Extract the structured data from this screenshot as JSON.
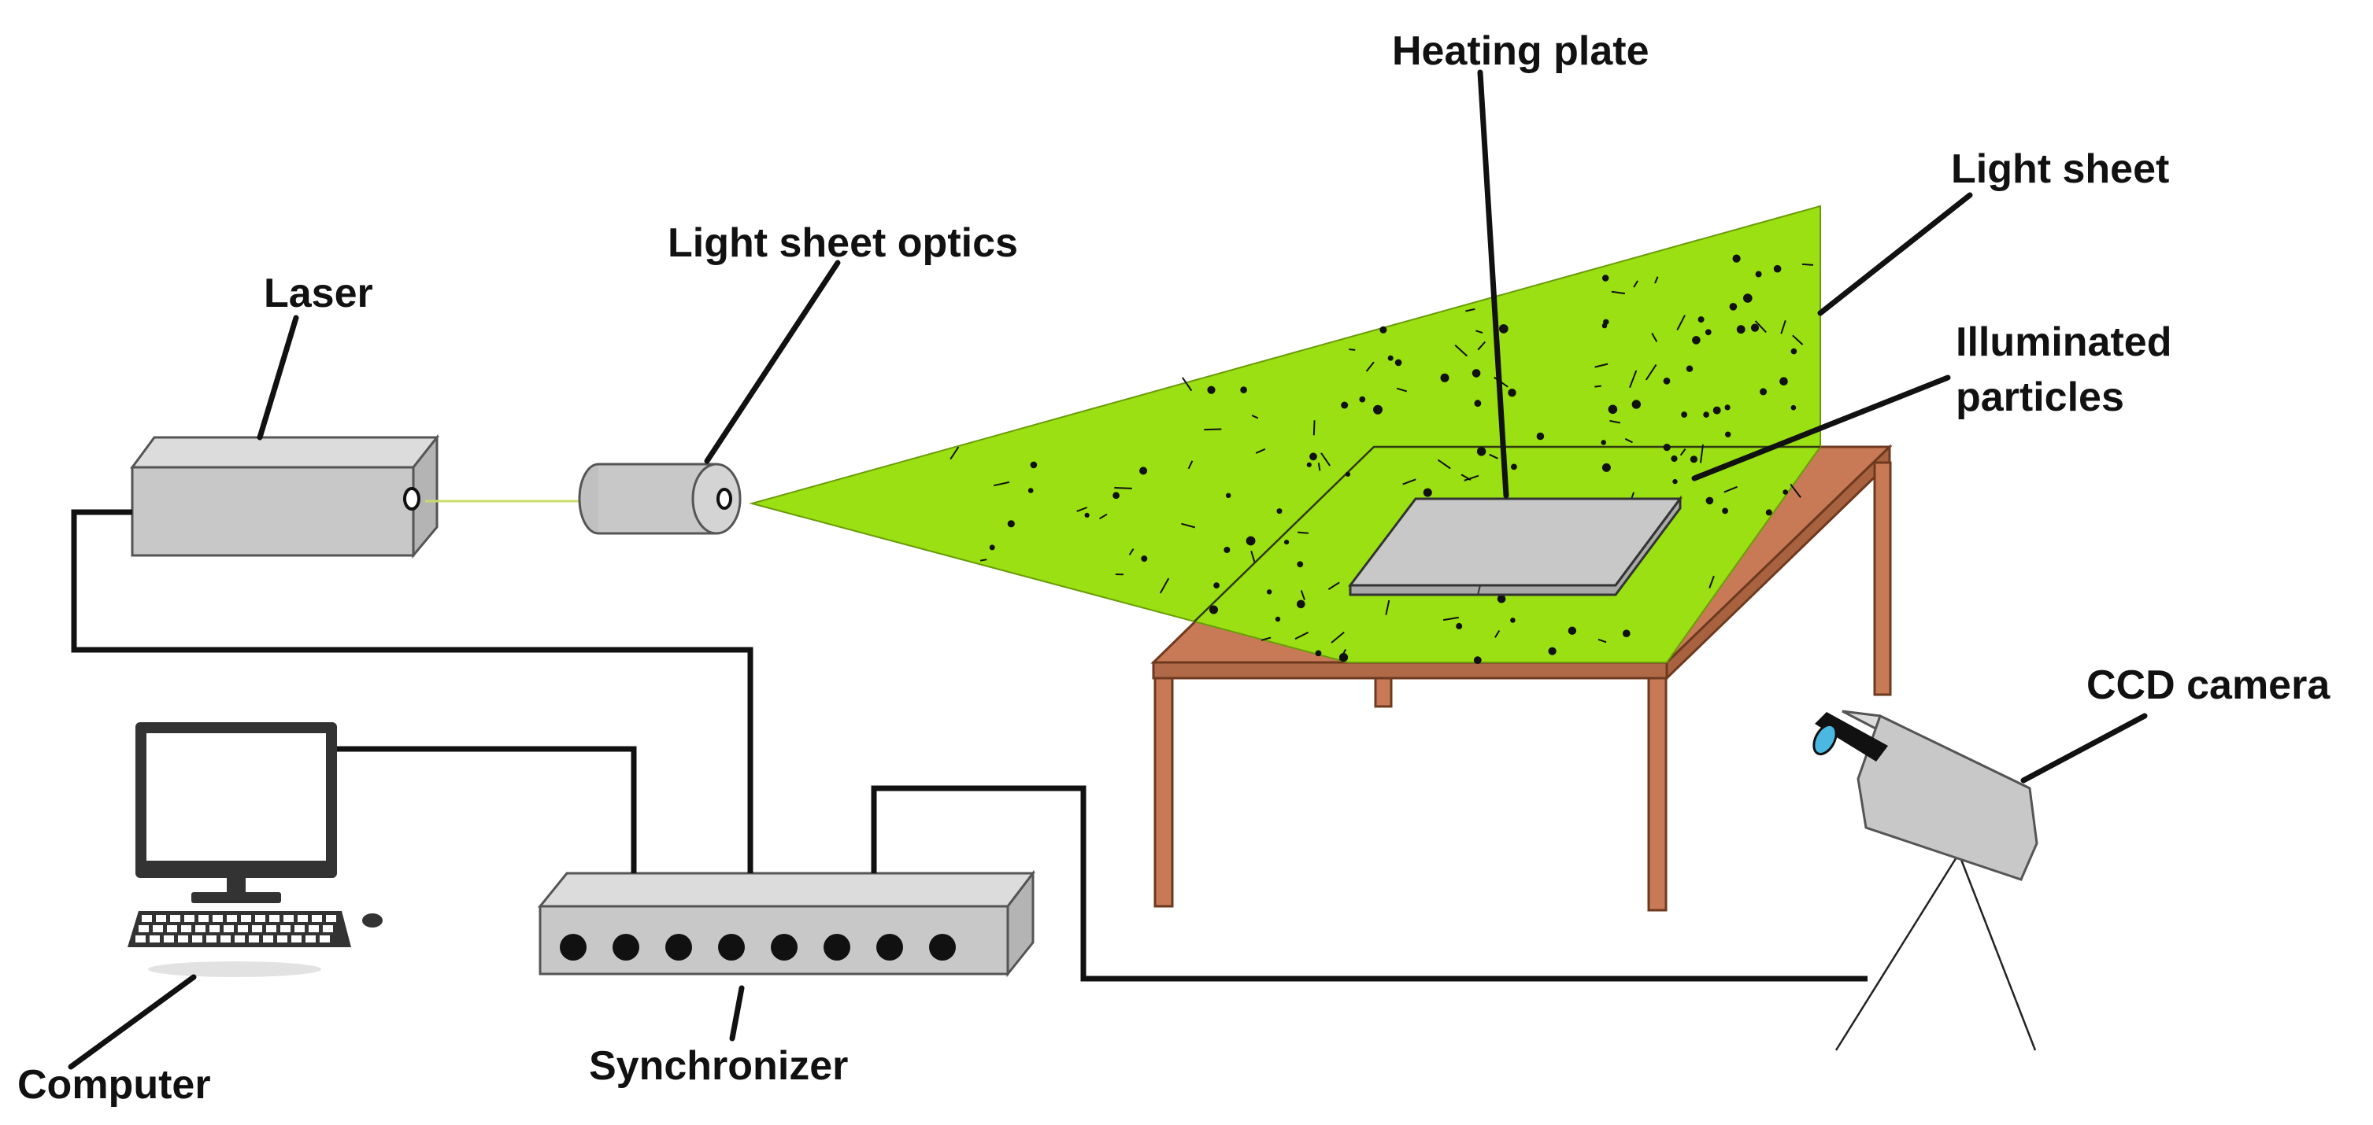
{
  "labels": {
    "heating_plate": "Heating plate",
    "light_sheet": "Light sheet",
    "light_sheet_optics": "Light sheet optics",
    "laser": "Laser",
    "illuminated_particles_line1": "Illuminated",
    "illuminated_particles_line2": "particles",
    "ccd_camera": "CCD camera",
    "computer": "Computer",
    "synchronizer": "Synchronizer"
  },
  "colors": {
    "light_sheet": "#9ae012",
    "table_wood": "#c87a56",
    "device_gray": "#c8c8c8",
    "laser_beam": "#c9dd6a",
    "camera_lens": "#4ab8e0"
  },
  "synchronizer_port_count": 8
}
